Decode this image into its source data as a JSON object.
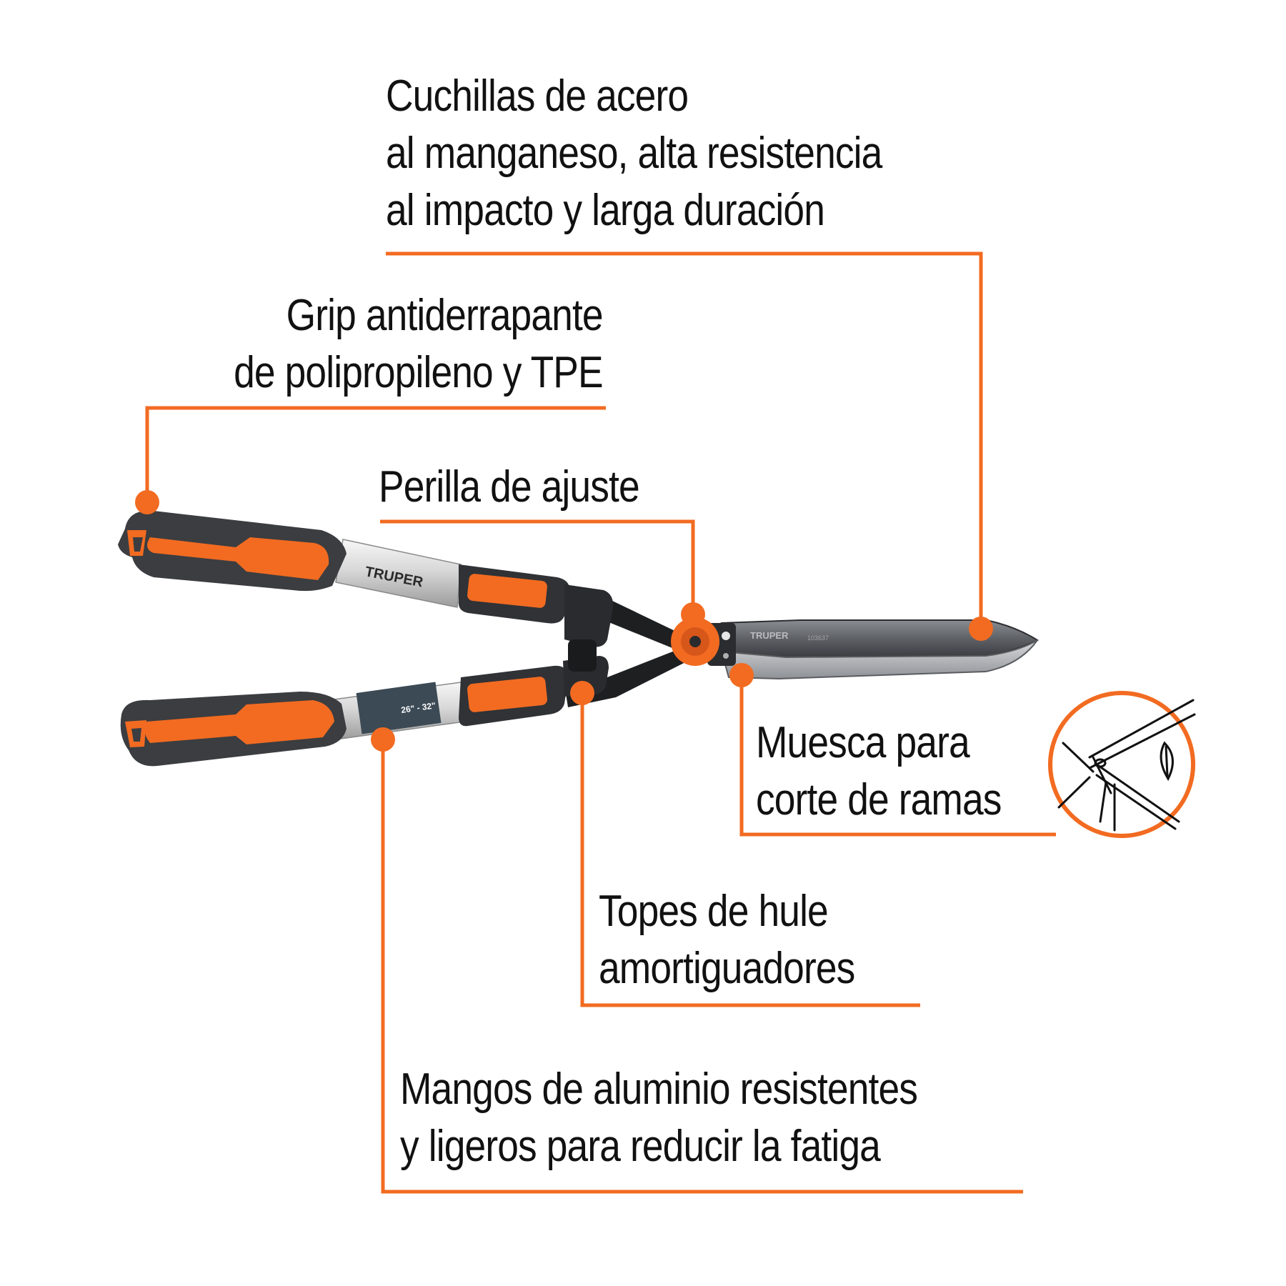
{
  "brand": {
    "text": "TRUPER",
    "accent_color": "#f26b21",
    "model_code": "103637"
  },
  "features": {
    "blades": {
      "lines": [
        "Cuchillas de acero",
        "al manganeso, alta resistencia",
        "al impacto y larga duración"
      ]
    },
    "grip": {
      "lines": [
        "Grip antiderrapante",
        "de polipropileno y TPE"
      ]
    },
    "knob": {
      "lines": [
        "Perilla de ajuste"
      ]
    },
    "notch": {
      "lines": [
        "Muesca para",
        "corte de ramas"
      ]
    },
    "bumpers": {
      "lines": [
        "Topes de hule",
        "amortiguadores"
      ]
    },
    "handles": {
      "lines": [
        "Mangos de aluminio resistentes",
        "y ligeros para reducir la fatiga"
      ]
    }
  },
  "handle_sticker": {
    "lines": [
      "26\" - 32\""
    ]
  }
}
